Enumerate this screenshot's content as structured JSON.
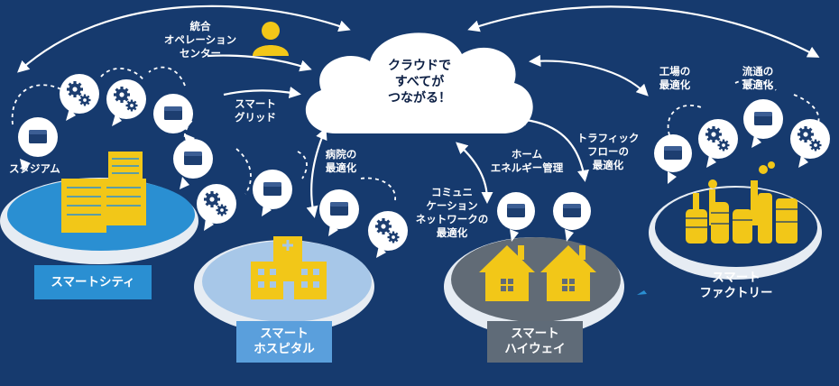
{
  "center": {
    "line1": "クラウドで",
    "line2": "すべてが",
    "line3": "つながる！"
  },
  "operations": {
    "line1": "統合",
    "line2": "オペレーション",
    "line3": "センター"
  },
  "grid": {
    "line1": "スマート",
    "line2": "グリッド"
  },
  "stadium": {
    "label": "スタジアム"
  },
  "hospital_opt": {
    "line1": "病院の",
    "line2": "最適化"
  },
  "comm": {
    "line1": "コミュニ",
    "line2": "ケーション",
    "line3": "ネットワークの",
    "line4": "最適化"
  },
  "home_energy": {
    "line1": "ホーム",
    "line2": "エネルギー管理"
  },
  "traffic": {
    "line1": "トラフィック",
    "line2": "フローの",
    "line3": "最適化"
  },
  "factory_opt": {
    "line1": "工場の",
    "line2": "最適化"
  },
  "logistics": {
    "line1": "流通の",
    "line2": "最適化"
  },
  "zones": {
    "city": {
      "label": "スマートシティ",
      "plate_color": "#2a8fd2"
    },
    "hospital": {
      "line1": "スマート",
      "line2": "ホスピタル",
      "plate_color": "#5a9fdc"
    },
    "highway": {
      "line1": "スマート",
      "line2": "ハイウェイ",
      "plate_color": "#5f6b78"
    },
    "factory": {
      "line1": "スマート",
      "line2": "ファクトリー"
    }
  },
  "colors": {
    "background": "#163a6e",
    "accent_yellow": "#f2c718",
    "bubble": "#ffffff",
    "icon_navy": "#1d3e70",
    "city_disk": "#2a8fd2",
    "hospital_disk": "#a7c7e8",
    "highway_disk": "#616b76",
    "factory_disk": "#163a6e"
  },
  "icons": [
    "person-icon",
    "server-icon",
    "gear-icon",
    "building-icon",
    "hospital-icon",
    "house-icon",
    "factory-icon",
    "cloud-icon"
  ]
}
